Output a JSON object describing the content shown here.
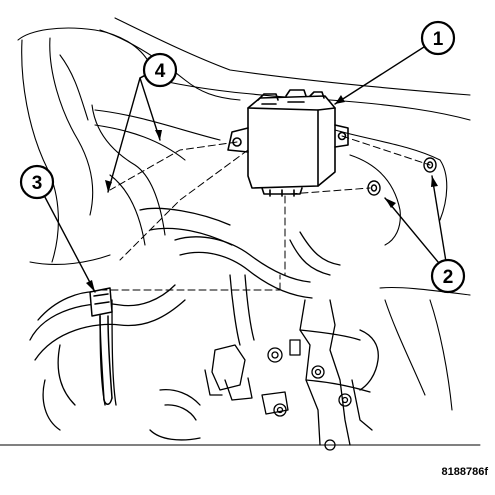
{
  "callouts": {
    "c1": "1",
    "c2": "2",
    "c3": "3",
    "c4": "4"
  },
  "figure_code": "8188786f",
  "icons": {
    "module": "electronic-module-icon",
    "harness": "wire-harness-icon",
    "clip": "harness-clip-icon",
    "grommet": "grommet-icon"
  },
  "colors": {
    "ink": "#000000",
    "paper": "#ffffff"
  }
}
